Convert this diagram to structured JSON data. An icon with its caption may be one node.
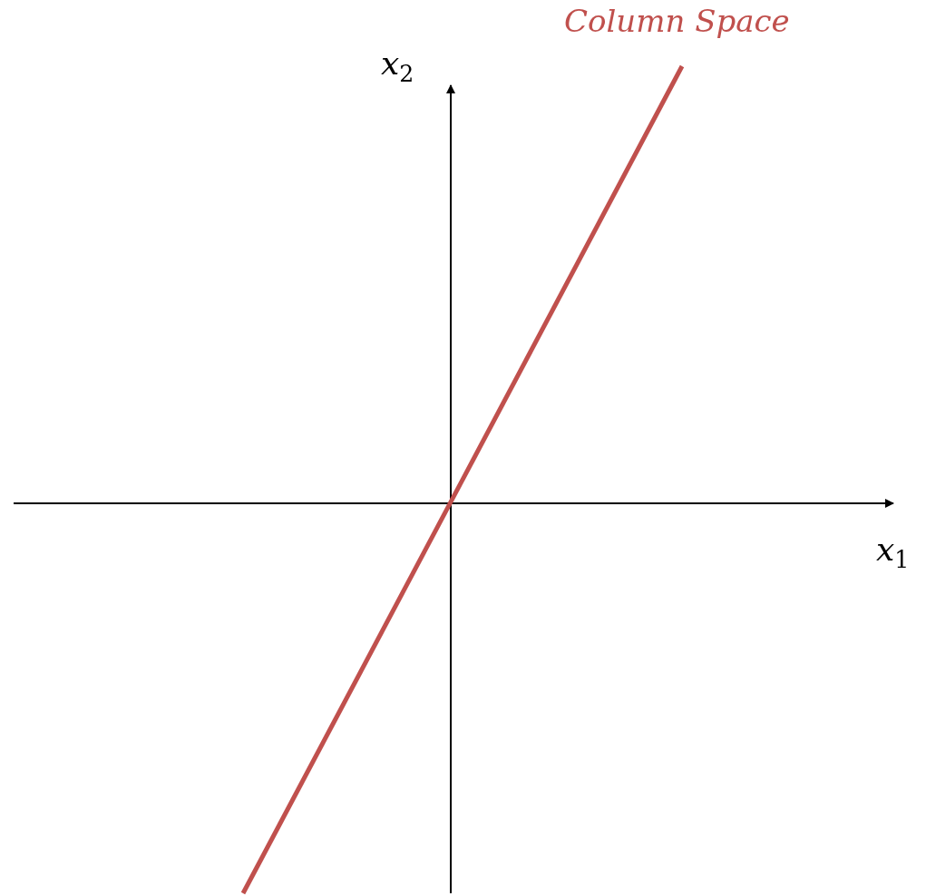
{
  "diagram": {
    "labels": [
      "Column Space",
      "*x*$_{2}$",
      "*x*$_{1}$"
    ]
  }
}
